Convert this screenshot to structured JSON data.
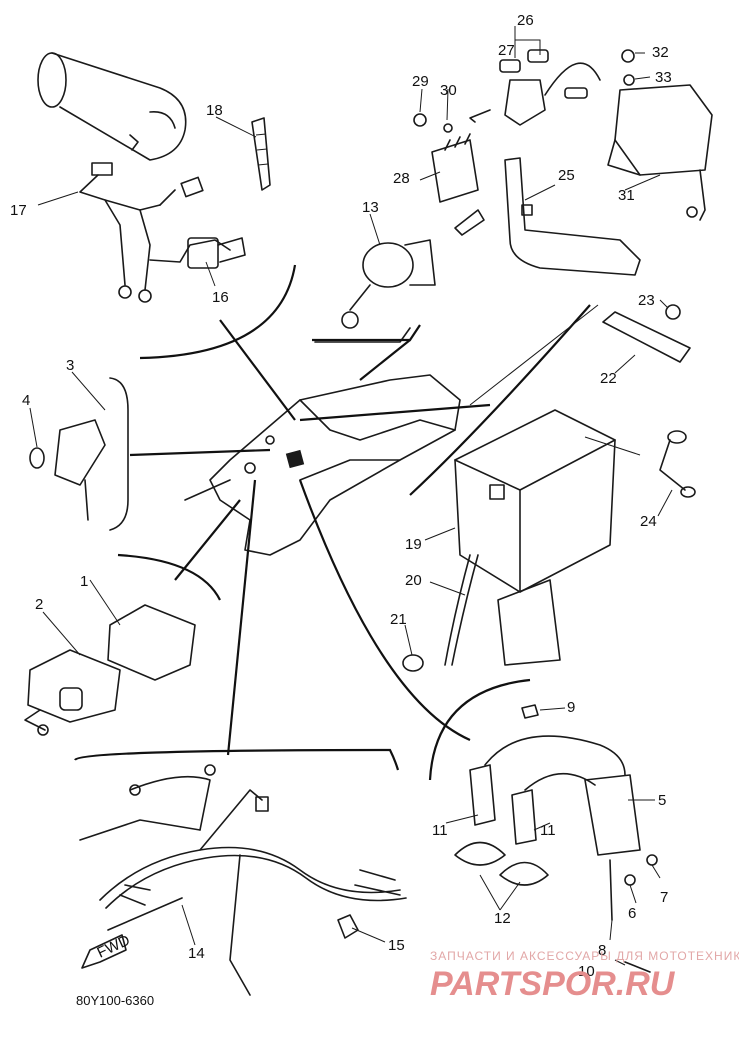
{
  "diagram_code": "80Y100-6360",
  "fwd_label": "FWD",
  "watermark": {
    "line1": "ЗАПЧАСТИ И АКСЕССУАРЫ ДЛЯ МОТОТЕХНИКИ",
    "line2": "PARTSPOR.RU"
  },
  "callouts": {
    "n1": "1",
    "n2": "2",
    "n3": "3",
    "n4": "4",
    "n5": "5",
    "n6": "6",
    "n7": "7",
    "n8": "8",
    "n9": "9",
    "n10": "10",
    "n11a": "11",
    "n11b": "11",
    "n12": "12",
    "n13": "13",
    "n14": "14",
    "n15": "15",
    "n16": "16",
    "n17": "17",
    "n18": "18",
    "n19": "19",
    "n20": "20",
    "n21": "21",
    "n22": "22",
    "n23": "23",
    "n24": "24",
    "n25": "25",
    "n26": "26",
    "n27": "27",
    "n28": "28",
    "n29": "29",
    "n30": "30",
    "n31": "31",
    "n32": "32",
    "n33": "33"
  },
  "colors": {
    "ink": "#1a1a1a",
    "watermark": "#e58e8e",
    "background": "#ffffff"
  }
}
